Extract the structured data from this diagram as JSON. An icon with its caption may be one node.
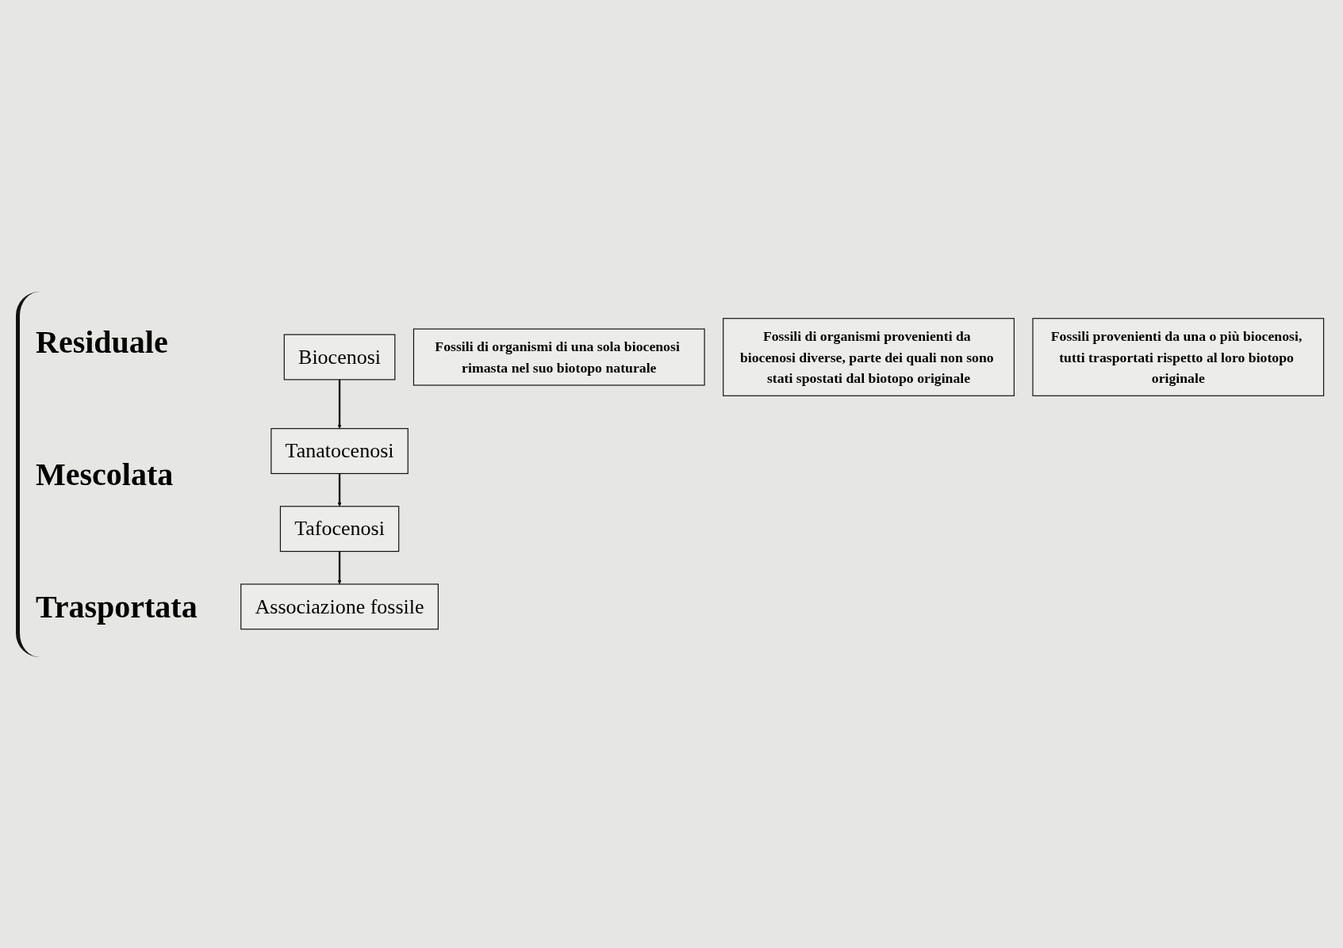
{
  "diagram": {
    "nodes": [
      {
        "text": [
          "Biocenosi"
        ]
      },
      {
        "text": [
          "Tanatocenosi"
        ]
      },
      {
        "text": [
          "Tafocenosi"
        ]
      },
      {
        "text": [
          "Associazione fossile"
        ]
      },
      {
        "text": [
          "Fossili di organismi di una sola biocenosi rimasta nel suo biotopo naturale"
        ]
      },
      {
        "text": [
          "Fossili di organismi provenienti da biocenosi diverse, parte dei quali non sono stati spostati dal biotopo originale"
        ]
      },
      {
        "text": [
          "Fossili provenienti da una o più biocenosi, tutti trasportati rispetto al loro biotopo originale"
        ]
      }
    ],
    "edges": [
      {
        "from": 0,
        "to": 1,
        "arrow": "to"
      },
      {
        "from": 1,
        "to": 2,
        "arrow": "to"
      },
      {
        "from": 2,
        "to": 3,
        "arrow": "to"
      }
    ],
    "labels": [
      "Residuale",
      "Mescolata",
      "Trasportata"
    ]
  }
}
